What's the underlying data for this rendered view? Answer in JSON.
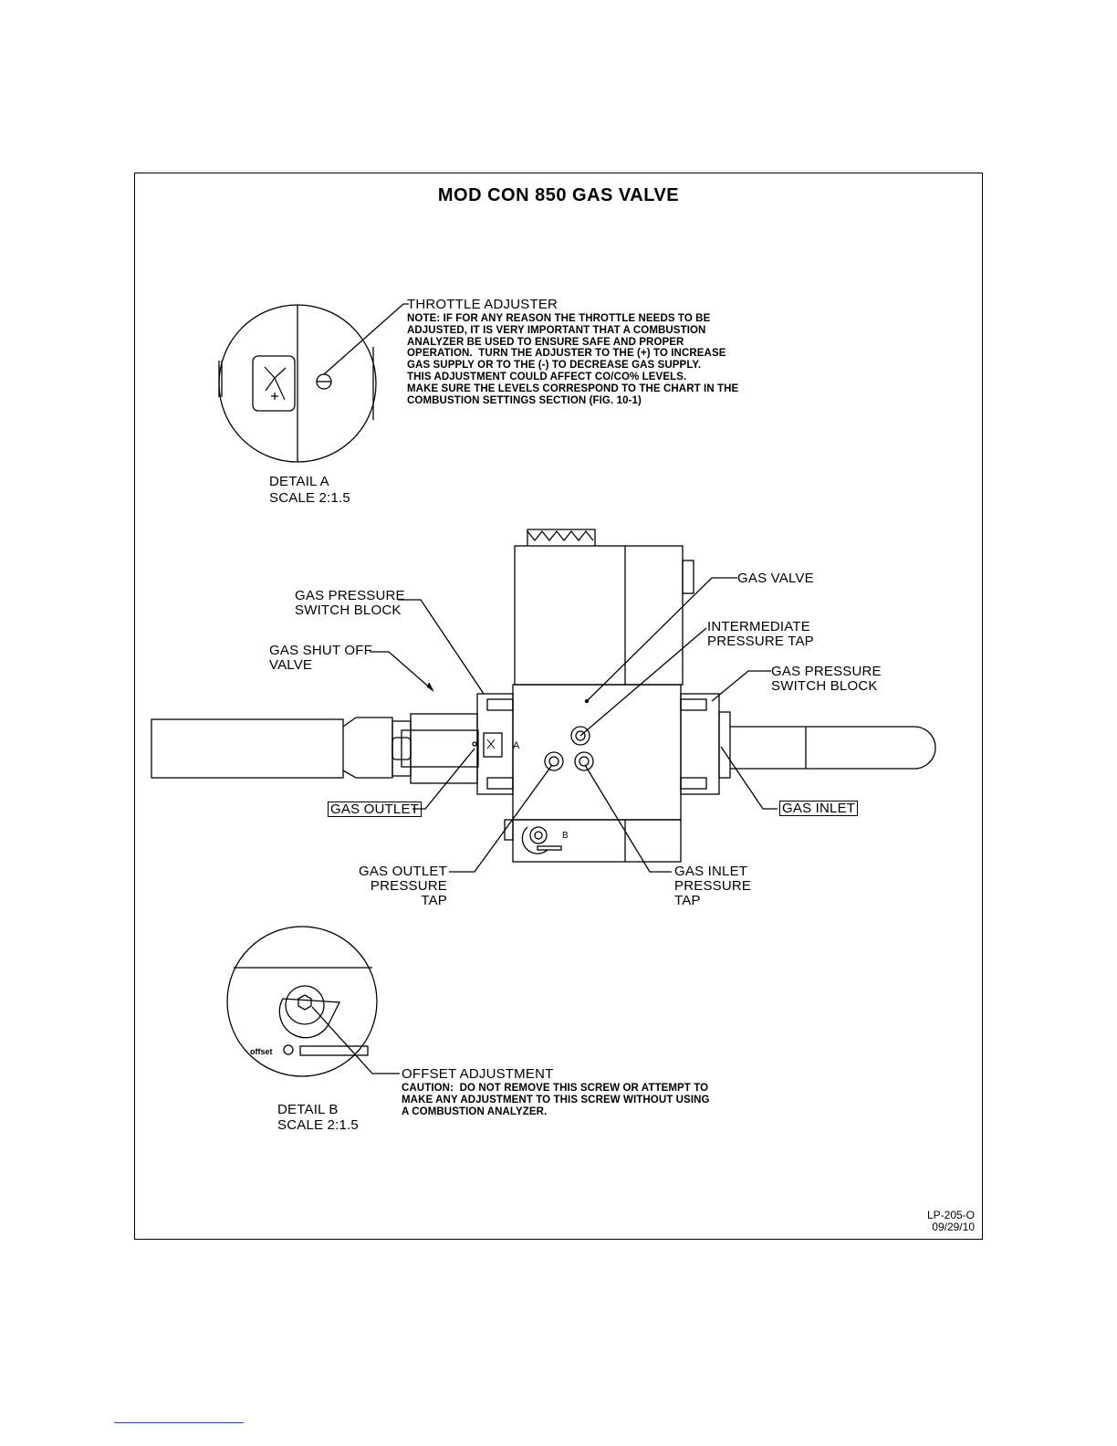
{
  "title": "MOD CON 850 GAS VALVE",
  "throttle": {
    "heading": "THROTTLE ADJUSTER",
    "note": "NOTE: IF FOR ANY REASON THE THROTTLE NEEDS TO BE\nADJUSTED, IT IS VERY IMPORTANT THAT A COMBUSTION\nANALYZER BE USED TO ENSURE SAFE AND PROPER\nOPERATION.  TURN THE ADJUSTER TO THE (+) TO INCREASE\nGAS SUPPLY OR TO THE (-) TO DECREASE GAS SUPPLY.\nTHIS ADJUSTMENT COULD AFFECT CO/CO% LEVELS.\nMAKE SURE THE LEVELS CORRESPOND TO THE CHART IN THE\nCOMBUSTION SETTINGS SECTION (FIG. 10-1)"
  },
  "detail_a": {
    "name": "DETAIL A",
    "scale": "SCALE 2:1.5",
    "callout": "A"
  },
  "detail_b": {
    "name": "DETAIL B",
    "scale": "SCALE 2:1.5",
    "callout": "B",
    "offset_text": "offset"
  },
  "labels": {
    "gas_valve": "GAS VALVE",
    "intermediate_tap_1": "INTERMEDIATE",
    "intermediate_tap_2": "PRESSURE TAP",
    "gps_left_1": "GAS PRESSURE",
    "gps_left_2": "SWITCH BLOCK",
    "gps_right_1": "GAS PRESSURE",
    "gps_right_2": "SWITCH BLOCK",
    "shutoff_1": "GAS SHUT OFF",
    "shutoff_2": "VALVE",
    "gas_outlet": "GAS OUTLET",
    "gas_inlet": "GAS INLET",
    "outlet_tap_1": "GAS OUTLET",
    "outlet_tap_2": "PRESSURE",
    "outlet_tap_3": "TAP",
    "inlet_tap_1": "GAS INLET",
    "inlet_tap_2": "PRESSURE",
    "inlet_tap_3": "TAP"
  },
  "offset": {
    "heading": "OFFSET ADJUSTMENT",
    "caution": "CAUTION:  DO NOT REMOVE THIS SCREW OR ATTEMPT TO\nMAKE ANY ADJUSTMENT TO THIS SCREW WITHOUT USING\nA COMBUSTION ANALYZER."
  },
  "doc_number": "LP-205-O",
  "doc_date": "09/29/10"
}
